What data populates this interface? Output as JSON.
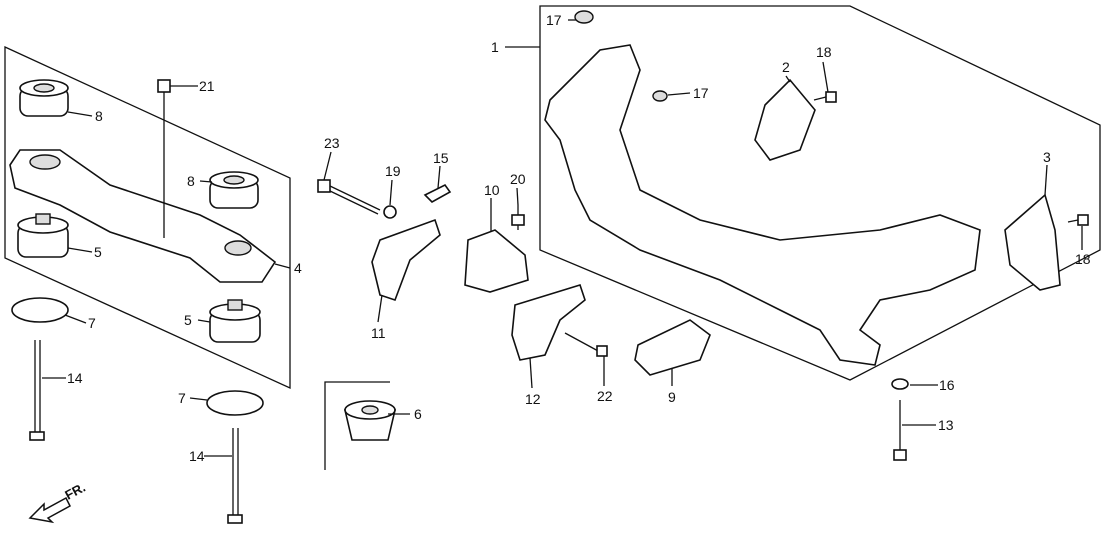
{
  "diagram": {
    "callouts": [
      "1",
      "2",
      "3",
      "4",
      "5",
      "5",
      "6",
      "7",
      "7",
      "8",
      "8",
      "9",
      "10",
      "11",
      "12",
      "13",
      "14",
      "14",
      "15",
      "16",
      "17",
      "17",
      "18",
      "18",
      "19",
      "20",
      "21",
      "22",
      "23"
    ],
    "direction_label": "FR."
  }
}
